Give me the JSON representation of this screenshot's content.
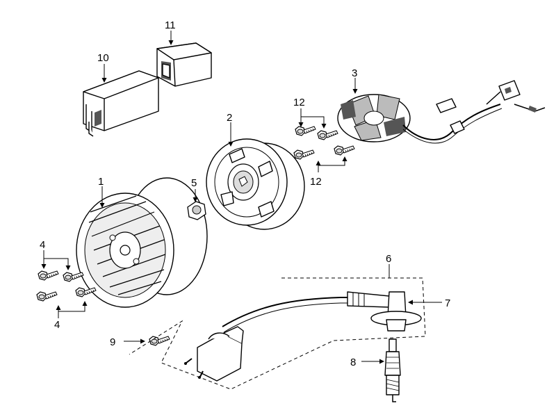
{
  "callouts": {
    "p1": "1",
    "p2": "2",
    "p3": "3",
    "p4a": "4",
    "p4b": "4",
    "p5": "5",
    "p6": "6",
    "p7": "7",
    "p8": "8",
    "p9": "9",
    "p10": "10",
    "p11": "11",
    "p12a": "12",
    "p12b": "12"
  }
}
